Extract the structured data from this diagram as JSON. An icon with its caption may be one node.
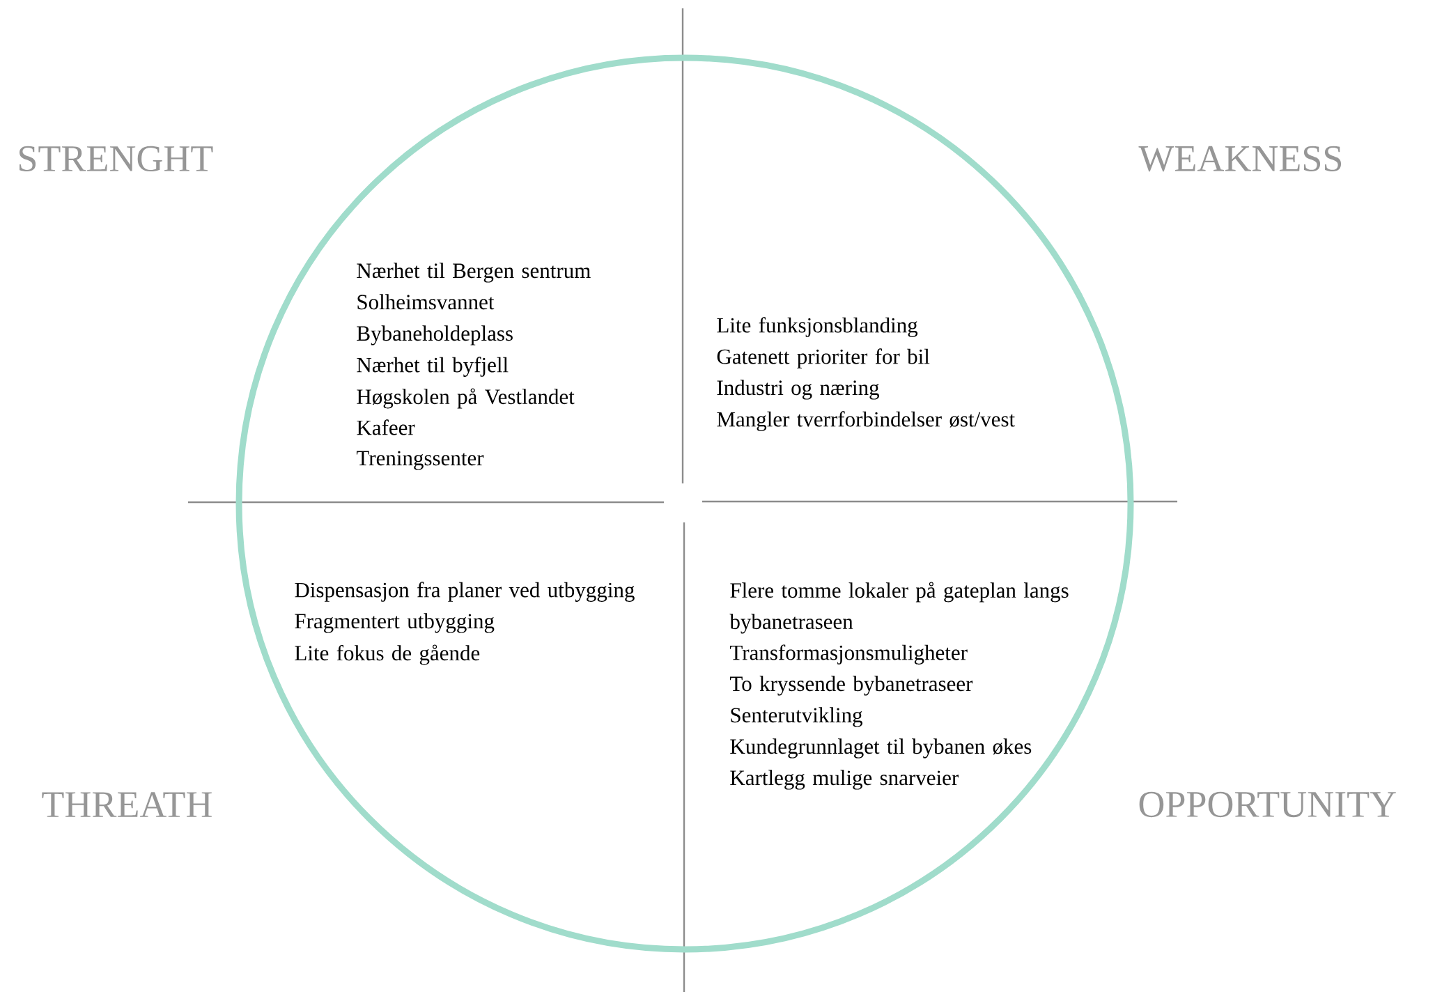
{
  "diagram": {
    "labels": [
      "STRENGHT",
      "WEAKNESS",
      "Nærhet til Bergen sentrum",
      "Solheimsvannet",
      "Bybaneholdeplass",
      "Nærhet til byfjell",
      "Høgskolen på Vestlandet",
      "Kafeer",
      "Treningssenter",
      "Lite funksjonsblanding",
      "Gatenett prioriter for bil",
      "Industri og næring",
      "Mangler tverrforbindelser øst/vest",
      "Dispensasjon fra planer ved utbygging",
      "Fragmentert utbygging",
      "Lite fokus de gående",
      "Flere tomme lokaler på gateplan langs bybanetraseen",
      "Transformasjonsmuligheter",
      "To kryssende bybanetraseer",
      "Senterutvikling",
      "Kundegrunnlaget til bybanen økes",
      "Kartlegg mulige snarveier",
      "THREATH",
      "OPPORTUNITY"
    ]
  }
}
